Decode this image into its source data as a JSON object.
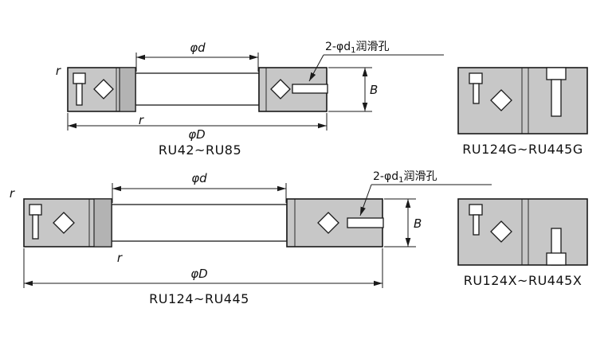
{
  "colors": {
    "line": "#1a1a1a",
    "section-fill": "#c7c7c7",
    "section-fill-dark": "#b3b3b3",
    "hole-fill": "#ffffff",
    "text": "#111111"
  },
  "diagrams": {
    "ru42": {
      "model_label": "RU42~RU85",
      "dim_bore": "φd",
      "dim_outer": "φD",
      "dim_width": "B",
      "radius_outer": "r",
      "radius_bore": "r",
      "lube_note": {
        "prefix": "2-φd",
        "sub": "1",
        "suffix": "润滑孔"
      }
    },
    "ru124": {
      "model_label": "RU124~RU445",
      "dim_bore": "φd",
      "dim_outer": "φD",
      "dim_width": "B",
      "radius_outer": "r",
      "radius_bore": "r",
      "lube_note": {
        "prefix": "2-φd",
        "sub": "1",
        "suffix": "润滑孔"
      }
    },
    "ru124g": {
      "model_label": "RU124G~RU445G"
    },
    "ru124x": {
      "model_label": "RU124X~RU445X"
    }
  }
}
